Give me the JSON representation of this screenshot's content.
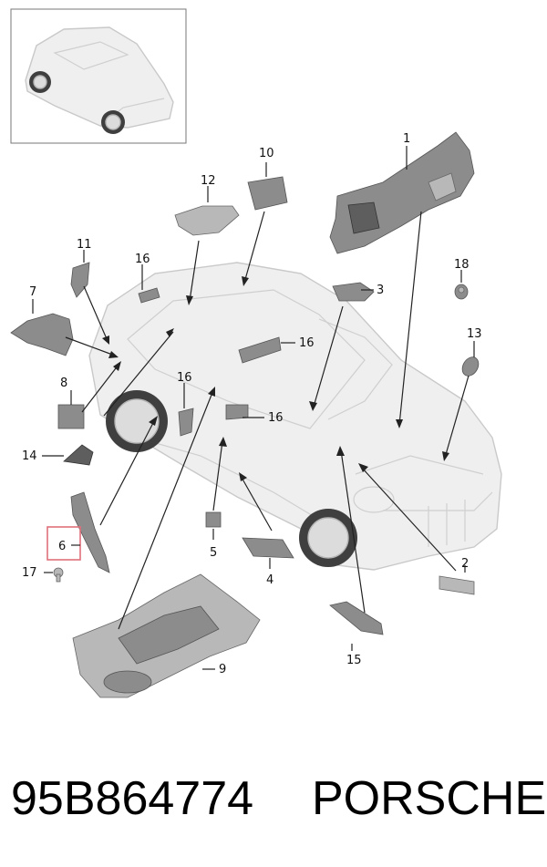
{
  "callouts": {
    "c1": "1",
    "c2": "2",
    "c3": "3",
    "c4": "4",
    "c5": "5",
    "c6": "6",
    "c7": "7",
    "c8": "8",
    "c9": "9",
    "c10": "10",
    "c11": "11",
    "c12": "12",
    "c13": "13",
    "c14": "14",
    "c15": "15",
    "c16a": "16",
    "c16b": "16",
    "c16c": "16",
    "c16d": "16",
    "c17": "17",
    "c18": "18"
  },
  "footer": {
    "part_number": "95B864774",
    "brand": "PORSCHE"
  }
}
